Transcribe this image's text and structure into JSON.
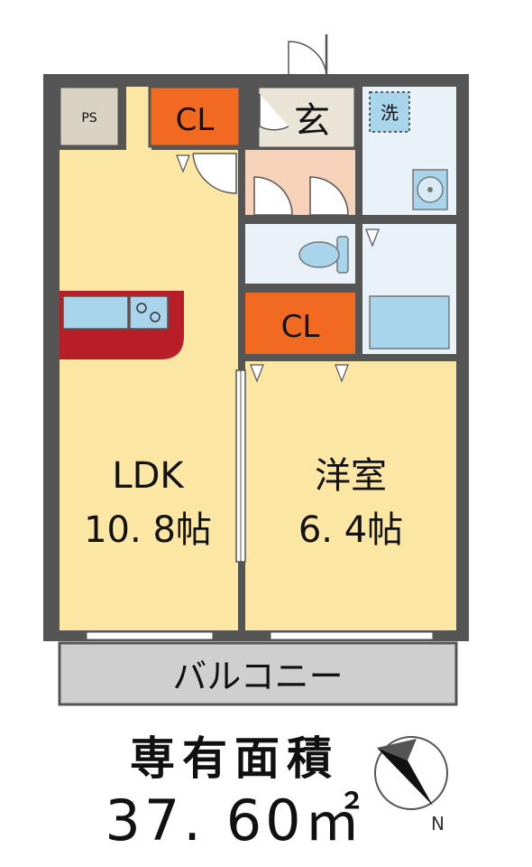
{
  "rooms": {
    "ldk": {
      "name": "LDK",
      "size": "10. 8帖"
    },
    "western": {
      "name": "洋室",
      "size": "6. 4帖"
    },
    "entrance": "玄",
    "washer": "洗",
    "closet_top": "CL",
    "closet_mid": "CL",
    "pipe_space": "PS",
    "balcony": "バルコニー"
  },
  "area": {
    "label": "専有面積",
    "value": "37. 60㎡"
  },
  "compass": {
    "north_label": "N"
  },
  "colors": {
    "room_fill": "#fbe6a4",
    "closet": "#f26a22",
    "entrance_floor": "#f6d2bb",
    "genkan": "#e9e4d6",
    "wet_area": "#e8f2f8",
    "fixture": "#a9d5ec",
    "kitchen_counter": "#b81e27",
    "wall": "#555555",
    "balcony": "#cfcfcf",
    "ps": "#d9d3c3"
  }
}
